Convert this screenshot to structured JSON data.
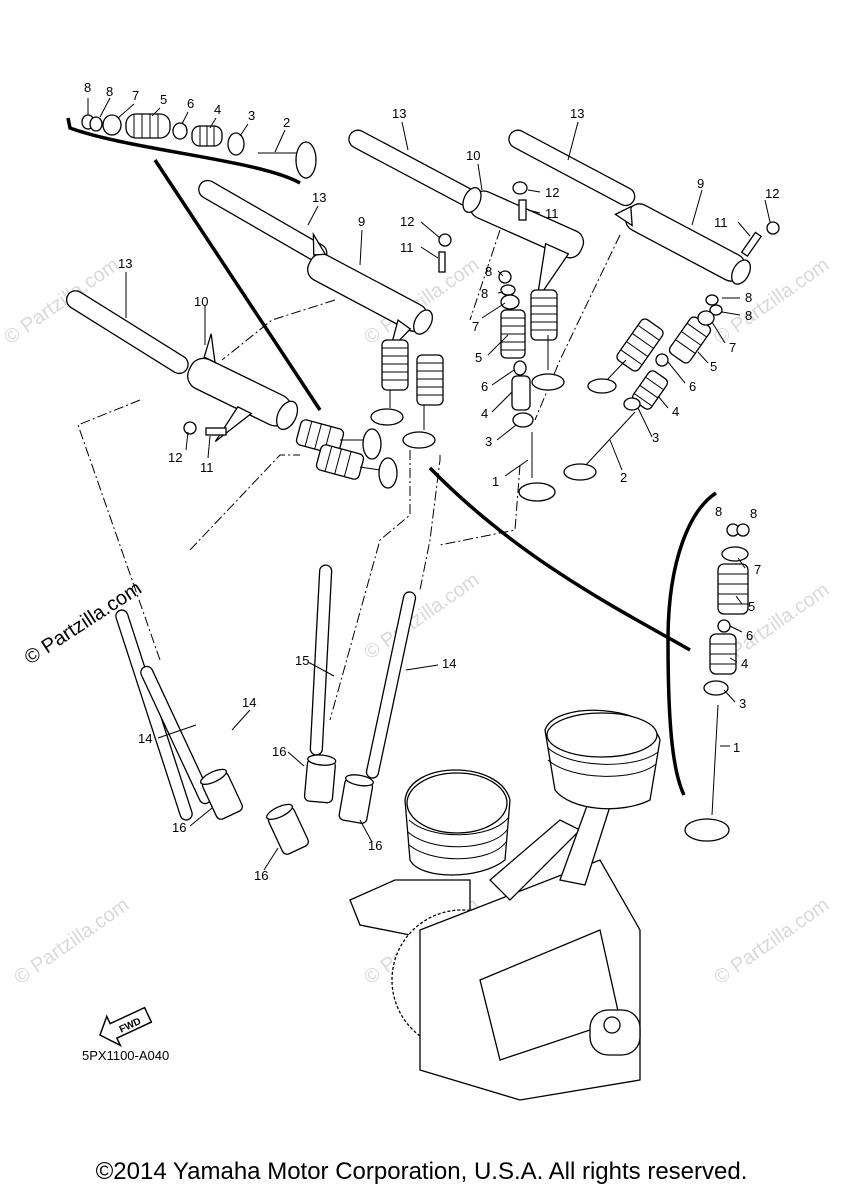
{
  "watermark_text": "© Partzilla.com",
  "fwd_label": "FWD",
  "diagram_code": "5PX1100-A040",
  "copyright": "©2014 Yamaha Motor Corporation, U.S.A. All rights reserved.",
  "callouts": {
    "c8a": "8",
    "c8b": "8",
    "c7a": "7",
    "c5a": "5",
    "c6a": "6",
    "c4a": "4",
    "c3a": "3",
    "c2a": "2",
    "c13a": "13",
    "c13b": "13",
    "c13c": "13",
    "c13d": "13",
    "c10a": "10",
    "c12a": "12",
    "c11a": "11",
    "c8c": "8",
    "c8d": "8",
    "c7b": "7",
    "c5b": "5",
    "c6b": "6",
    "c4b": "4",
    "c3b": "3",
    "c1a": "1",
    "c9a": "9",
    "c12b": "12",
    "c11b": "11",
    "c8e": "8",
    "c8f": "8",
    "c7c": "7",
    "c5c": "5",
    "c6c": "6",
    "c4c": "4",
    "c3c": "3",
    "c2b": "2",
    "c9b": "9",
    "c12c": "12",
    "c11c": "11",
    "c10b": "10",
    "c12d": "12",
    "c11d": "11",
    "c8g": "8",
    "c8h": "8",
    "c7d": "7",
    "c5d": "5",
    "c6d": "6",
    "c4d": "4",
    "c3d": "3",
    "c1b": "1",
    "c15": "15",
    "c14a": "14",
    "c14b": "14",
    "c14c": "14",
    "c16a": "16",
    "c16b": "16",
    "c16c": "16",
    "c16d": "16"
  }
}
